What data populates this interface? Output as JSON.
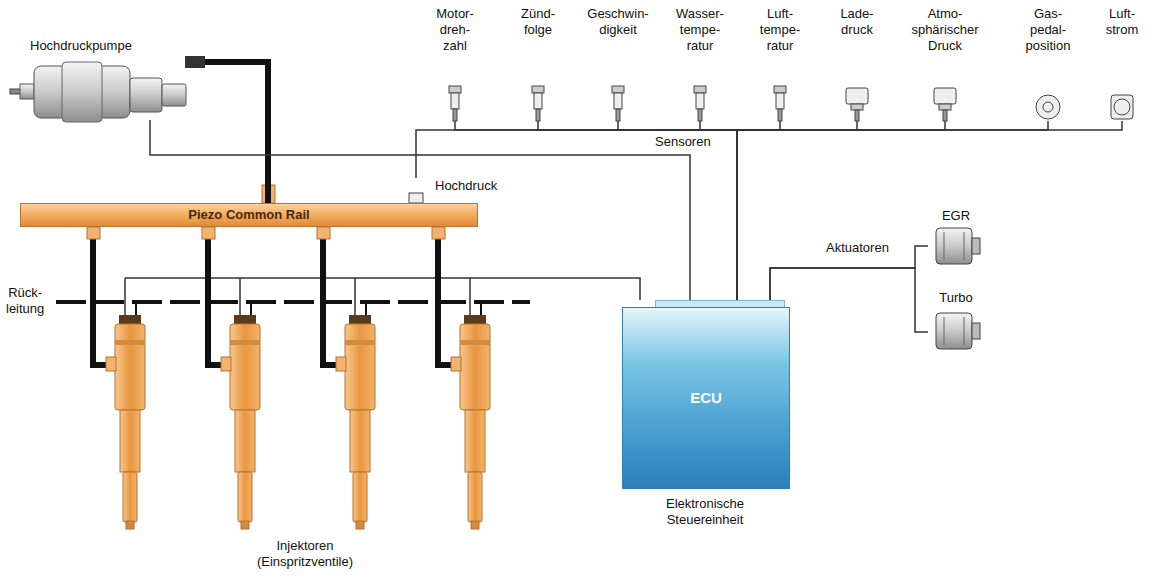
{
  "diagram": {
    "nodes": [
      {
        "text": [
          "Hochdruckpumpe"
        ]
      },
      {
        "text": [
          "Motor- dreh- zahl"
        ]
      },
      {
        "text": [
          "Zünd- folge"
        ]
      },
      {
        "text": [
          "Geschwin- digkeit"
        ]
      },
      {
        "text": [
          "Wasser- tempe- ratur"
        ]
      },
      {
        "text": [
          "Luft- tempe- ratur"
        ]
      },
      {
        "text": [
          "Lade- druck"
        ]
      },
      {
        "text": [
          "Atmo- sphärischer Druck"
        ]
      },
      {
        "text": [
          "Gas- pedal- position"
        ]
      },
      {
        "text": [
          "Luft- strom"
        ]
      },
      {
        "text": [
          "Hochdruck"
        ]
      },
      {
        "text": [
          "Piezo Common Rail"
        ]
      },
      {
        "text": [
          "ECU",
          "Elektronische Steuereinheit"
        ]
      },
      {
        "text": [
          "EGR"
        ]
      },
      {
        "text": [
          "Turbo"
        ]
      }
    ],
    "edges": [
      {
        "from": 0,
        "to": 11,
        "arrow": "none"
      },
      {
        "from": 0,
        "to": 12,
        "arrow": "none"
      },
      {
        "from": 1,
        "to": 12,
        "arrow": "none"
      },
      {
        "from": 2,
        "to": 12,
        "arrow": "none"
      },
      {
        "from": 3,
        "to": 12,
        "arrow": "none"
      },
      {
        "from": 4,
        "to": 12,
        "arrow": "none"
      },
      {
        "from": 5,
        "to": 12,
        "arrow": "none"
      },
      {
        "from": 6,
        "to": 12,
        "arrow": "none"
      },
      {
        "from": 7,
        "to": 12,
        "arrow": "none"
      },
      {
        "from": 8,
        "to": 12,
        "arrow": "none"
      },
      {
        "from": 9,
        "to": 12,
        "arrow": "none"
      },
      {
        "from": 10,
        "to": 12,
        "arrow": "none"
      },
      {
        "from": 12,
        "to": 13,
        "arrow": "none"
      },
      {
        "from": 12,
        "to": 14,
        "arrow": "none"
      }
    ],
    "labels": [
      "Sensoren",
      "Aktuatoren",
      "Rück- leitung",
      "Injektoren (Einspritzventile)"
    ]
  }
}
